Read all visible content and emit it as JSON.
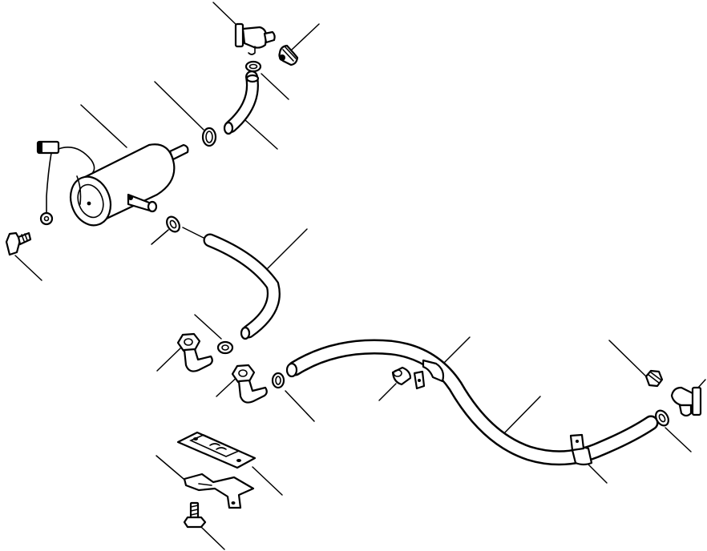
{
  "diagram": {
    "kind": "exploded-parts-drawing",
    "labels_printed": false,
    "parts": [
      {
        "name": "fuel-filter-canister"
      },
      {
        "name": "sensor-connector-wire"
      },
      {
        "name": "mounting-bolt"
      },
      {
        "name": "upper-hose-clamp"
      },
      {
        "name": "upper-hose"
      },
      {
        "name": "drain-cock"
      },
      {
        "name": "plug-fitting"
      },
      {
        "name": "gasket-ring"
      },
      {
        "name": "middle-hose-clamp"
      },
      {
        "name": "curved-hose"
      },
      {
        "name": "elbow-fitting-upper"
      },
      {
        "name": "elbow-fitting-lower"
      },
      {
        "name": "lower-hose-clamp"
      },
      {
        "name": "long-hose"
      },
      {
        "name": "hose-clip-left"
      },
      {
        "name": "hose-clip-right"
      },
      {
        "name": "spacer-bushing"
      },
      {
        "name": "right-hose-clamp"
      },
      {
        "name": "right-fitting"
      },
      {
        "name": "right-plug"
      },
      {
        "name": "mounting-plate"
      },
      {
        "name": "bracket"
      },
      {
        "name": "bracket-bolt"
      }
    ]
  }
}
